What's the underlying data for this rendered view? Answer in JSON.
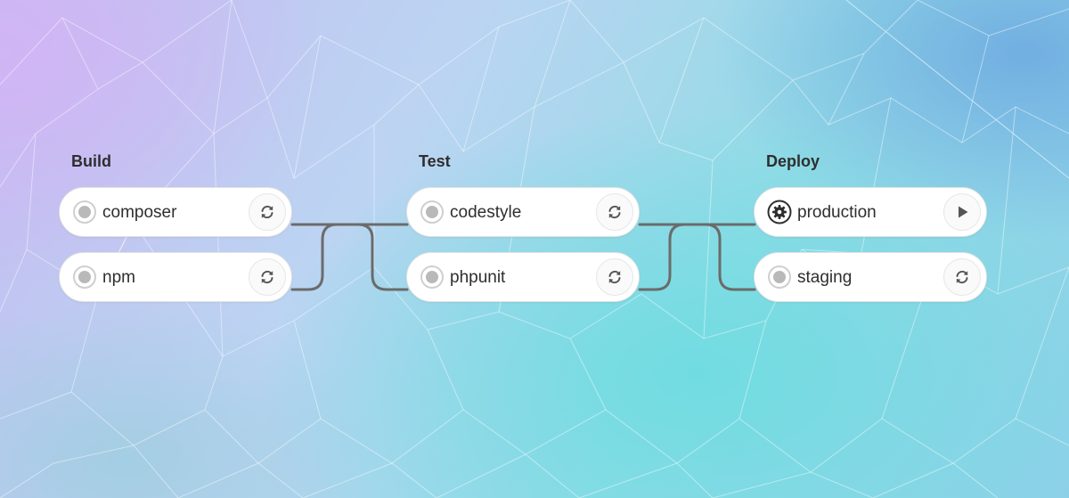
{
  "pipeline": {
    "stages": [
      {
        "title": "Build",
        "jobs": [
          {
            "name": "composer",
            "status_icon": "status-created-icon",
            "action_icon": "retry-icon"
          },
          {
            "name": "npm",
            "status_icon": "status-created-icon",
            "action_icon": "retry-icon"
          }
        ]
      },
      {
        "title": "Test",
        "jobs": [
          {
            "name": "codestyle",
            "status_icon": "status-created-icon",
            "action_icon": "retry-icon"
          },
          {
            "name": "phpunit",
            "status_icon": "status-created-icon",
            "action_icon": "retry-icon"
          }
        ]
      },
      {
        "title": "Deploy",
        "jobs": [
          {
            "name": "production",
            "status_icon": "status-manual-gear-icon",
            "action_icon": "play-icon"
          },
          {
            "name": "staging",
            "status_icon": "status-created-icon",
            "action_icon": "retry-icon"
          }
        ]
      }
    ]
  },
  "colors": {
    "connector": "#6b6b6b",
    "status_ring": "#cfcfcf",
    "status_dot": "#b9b9b9",
    "manual_icon": "#2e2e2e",
    "action_icon": "#555555",
    "text": "#2e2e2e"
  }
}
